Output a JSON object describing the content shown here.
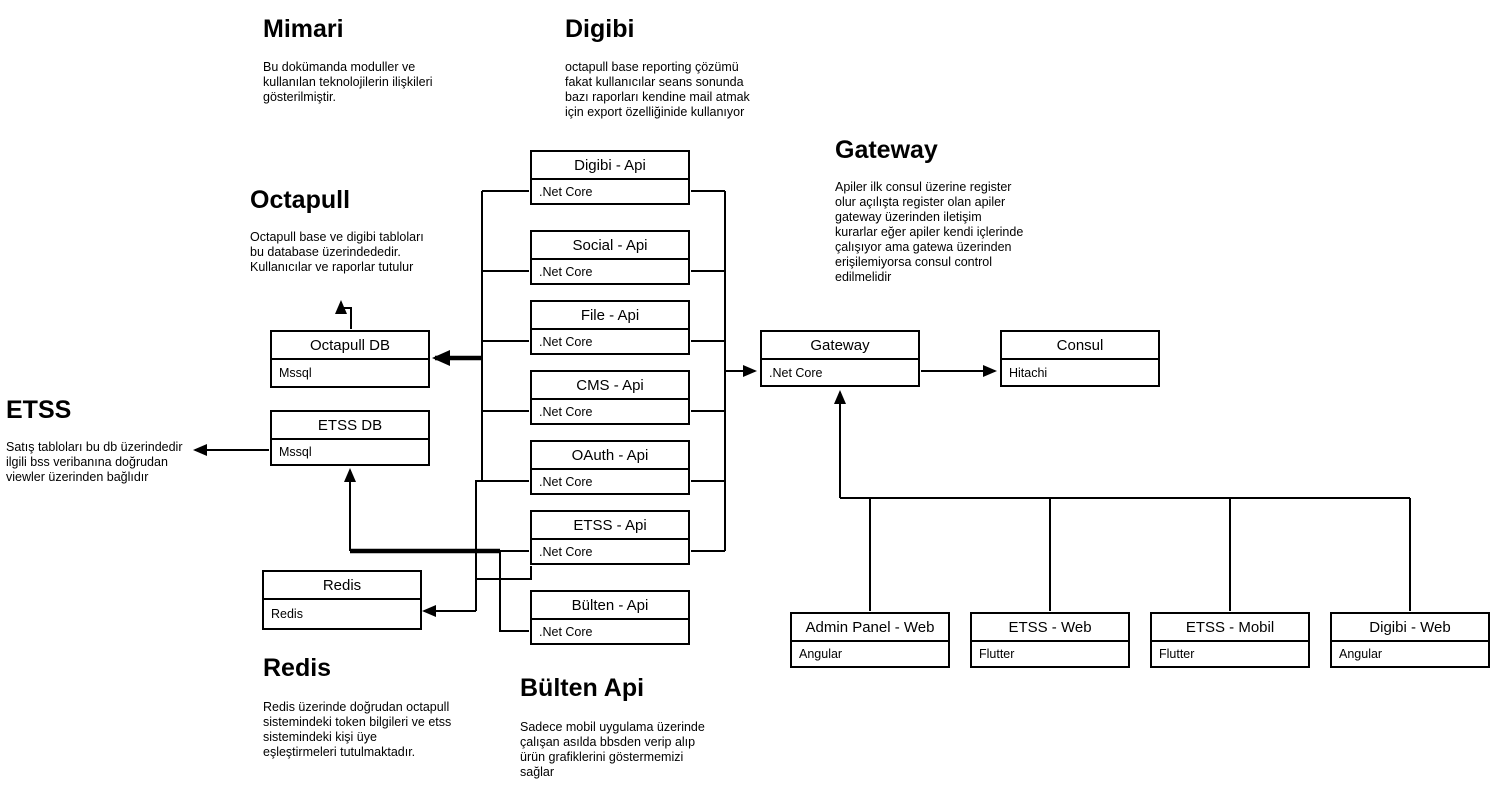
{
  "canvas": {
    "background": "#ffffff",
    "line_color": "#000000"
  },
  "notes": {
    "mimari": {
      "title": "Mimari",
      "body": "Bu dokümanda moduller ve\nkullanılan teknolojilerin ilişkileri\ngösterilmiştir."
    },
    "digibi": {
      "title": "Digibi",
      "body": "octapull base reporting çözümü\nfakat kullanıcılar seans sonunda\nbazı raporları kendine mail atmak\niçin export özelliğinide kullanıyor"
    },
    "octapull": {
      "title": "Octapull",
      "body": "Octapull base ve digibi tabloları\nbu database üzerindededir.\nKullanıcılar ve raporlar tutulur"
    },
    "gateway": {
      "title": "Gateway",
      "body": "Apiler ilk consul üzerine register\nolur açılışta register olan apiler\ngateway üzerinden iletişim\nkurarlar eğer apiler kendi içlerinde\nçalışıyor ama gatewa üzerinden\nerişilemiyorsa consul control\nedilmelidir"
    },
    "etss": {
      "title": "ETSS",
      "body": "Satış tabloları bu db üzerindedir\nilgili bss veribanına doğrudan\nviewler üzerinden bağlıdır"
    },
    "redis": {
      "title": "Redis",
      "body": "Redis üzerinde doğrudan octapull\nsistemindeki token bilgileri ve etss\nsistemindeki kişi üye\neşleştirmeleri tutulmaktadır."
    },
    "bulten": {
      "title": "Bülten Api",
      "body": "Sadece mobil uygulama üzerinde\nçalışan asılda bbsden verip alıp\nürün grafiklerini göstermemizi\nsağlar"
    }
  },
  "components": {
    "digibi_api": {
      "title": "Digibi - Api",
      "tech": ".Net Core"
    },
    "social_api": {
      "title": "Social - Api",
      "tech": ".Net Core"
    },
    "file_api": {
      "title": "File - Api",
      "tech": ".Net Core"
    },
    "cms_api": {
      "title": "CMS - Api",
      "tech": ".Net Core"
    },
    "oauth_api": {
      "title": "OAuth - Api",
      "tech": ".Net Core"
    },
    "etss_api": {
      "title": "ETSS - Api",
      "tech": ".Net Core"
    },
    "bulten_api": {
      "title": "Bülten - Api",
      "tech": ".Net Core"
    },
    "octapull_db": {
      "title": "Octapull DB",
      "tech": "Mssql"
    },
    "etss_db": {
      "title": "ETSS DB",
      "tech": "Mssql"
    },
    "redis": {
      "title": "Redis",
      "tech": "Redis"
    },
    "gateway": {
      "title": "Gateway",
      "tech": ".Net Core"
    },
    "consul": {
      "title": "Consul",
      "tech": "Hitachi"
    },
    "admin_panel_web": {
      "title": "Admin Panel - Web",
      "tech": "Angular"
    },
    "etss_web": {
      "title": "ETSS - Web",
      "tech": "Flutter"
    },
    "etss_mobil": {
      "title": "ETSS - Mobil",
      "tech": "Flutter"
    },
    "digibi_web": {
      "title": "Digibi - Web",
      "tech": "Angular"
    }
  },
  "edges": [
    {
      "from": "left_bus",
      "to": "digibi_api|social_api|file_api|cms_api|oauth_api",
      "arrow": false
    },
    {
      "from": "left_bus",
      "to": "octapull_db",
      "arrow": true,
      "thick": true
    },
    {
      "from": "left_bus",
      "to": "redis",
      "arrow": true
    },
    {
      "from": "etss_api",
      "to": "etss_db",
      "arrow": true,
      "thick": true
    },
    {
      "from": "etss_api",
      "to": "bulten_api",
      "arrow": false
    },
    {
      "from": "etss_api_bottom",
      "to": "redis_line",
      "arrow": false
    },
    {
      "from": "right_bus(digibi..etss apis)",
      "to": "gateway",
      "arrow": true
    },
    {
      "from": "gateway",
      "to": "consul",
      "arrow": true
    },
    {
      "from": "bottom_bus(admin_panel_web,etss_web,etss_mobil,digibi_web)",
      "to": "gateway",
      "arrow": true
    },
    {
      "from": "etss_db",
      "to": "etss_note",
      "arrow": true
    },
    {
      "from": "octapull_db",
      "to": "octapull_note",
      "arrow": true
    }
  ]
}
